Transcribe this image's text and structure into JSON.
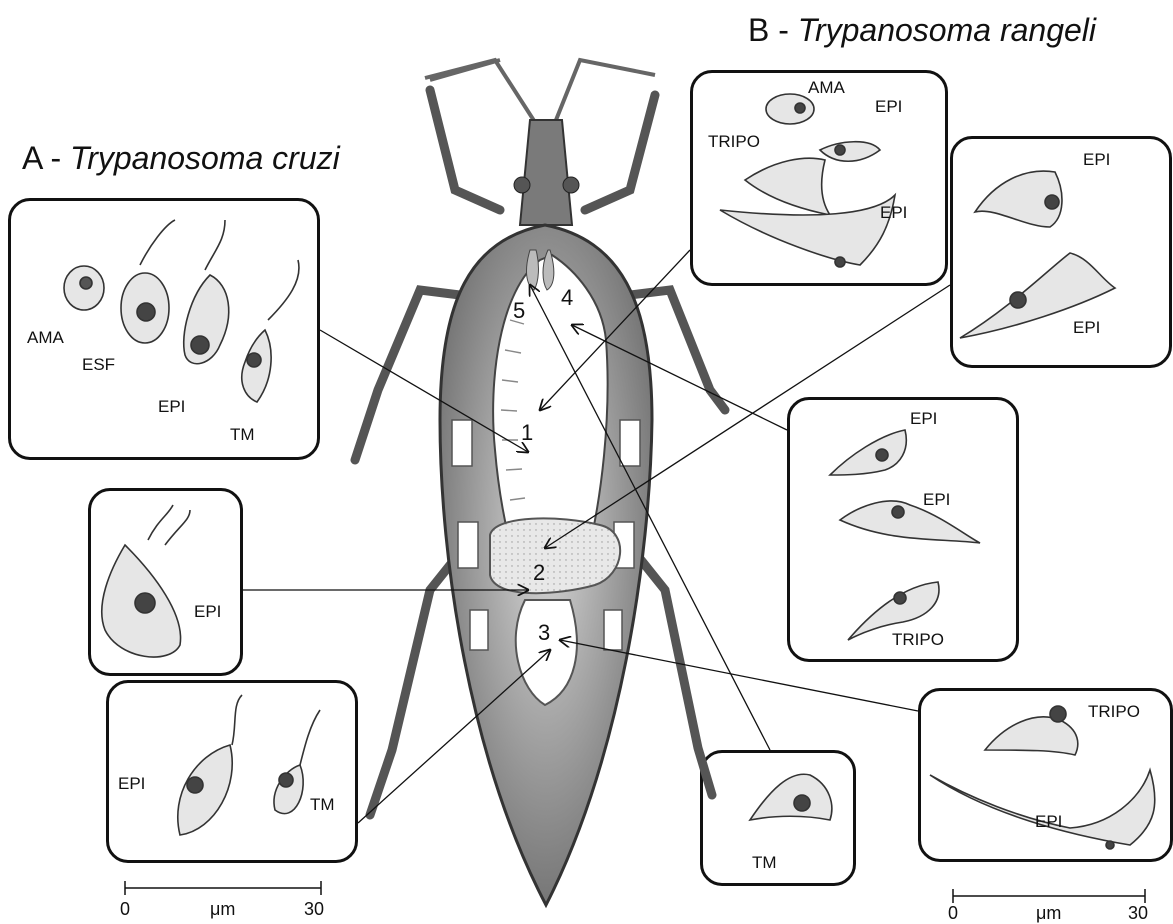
{
  "titles": {
    "a_prefix": "A - ",
    "a_species": "Trypanosoma cruzi",
    "b_prefix": "B - ",
    "b_species": "Trypanosoma rangeli"
  },
  "sites": [
    "1",
    "2",
    "3",
    "4",
    "5"
  ],
  "panels": {
    "a1": [
      "AMA",
      "ESF",
      "EPI",
      "TM"
    ],
    "a2": [
      "EPI"
    ],
    "a3": [
      "EPI",
      "TM"
    ],
    "b1": [
      "AMA",
      "EPI",
      "TRIPO",
      "EPI"
    ],
    "b2": [
      "EPI",
      "EPI"
    ],
    "b3": [
      "EPI",
      "EPI",
      "TRIPO"
    ],
    "b4": [
      "TRIPO",
      "EPI"
    ],
    "b5": [
      "TM"
    ]
  },
  "scale_left": {
    "start": "0",
    "unit": "μm",
    "end": "30"
  },
  "scale_right": {
    "start": "0",
    "unit": "μm",
    "end": "30"
  }
}
